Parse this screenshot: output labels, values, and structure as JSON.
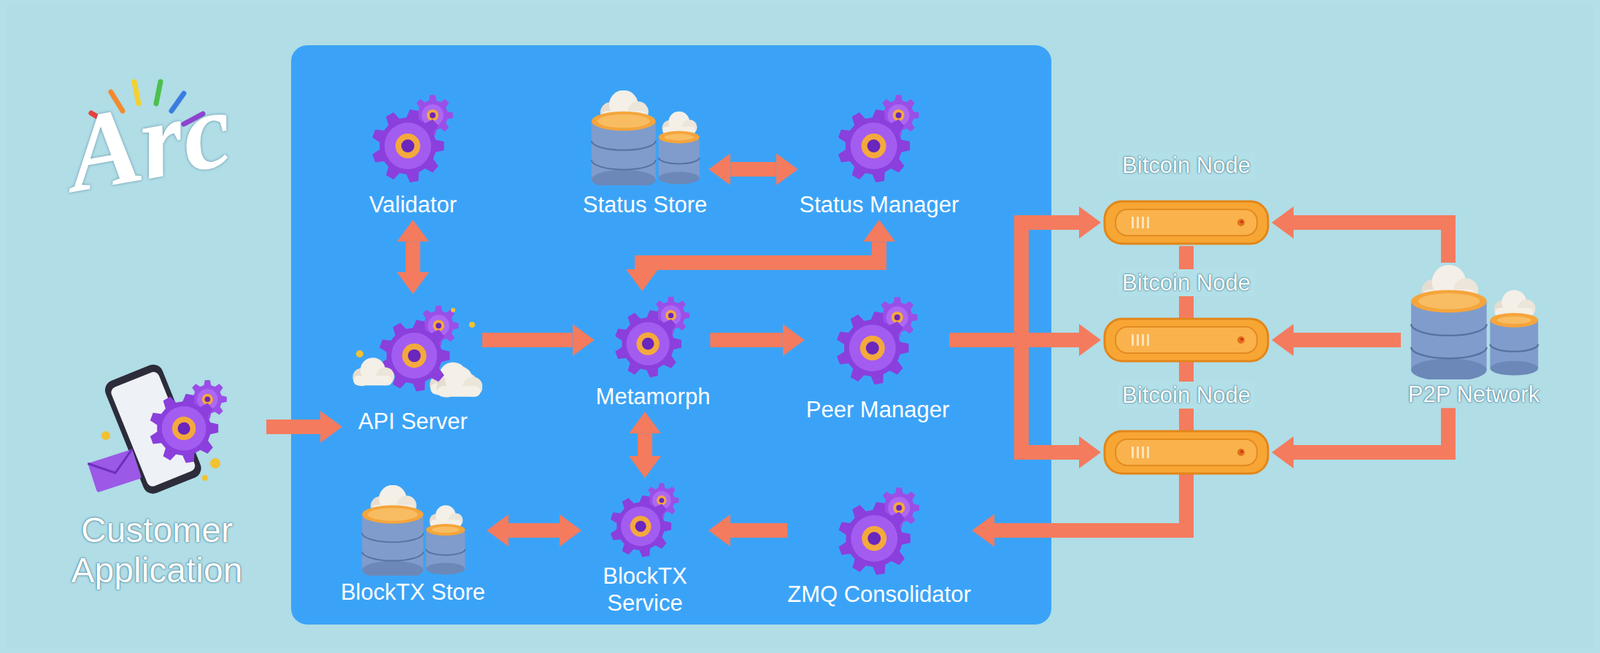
{
  "diagram": {
    "nodes": [
      {
        "text": [
          "Customer Application"
        ]
      },
      {
        "text": [
          "Validator"
        ]
      },
      {
        "text": [
          "Status Store"
        ]
      },
      {
        "text": [
          "Status Manager"
        ]
      },
      {
        "text": [
          "API Server"
        ]
      },
      {
        "text": [
          "Metamorph"
        ]
      },
      {
        "text": [
          "Peer Manager"
        ]
      },
      {
        "text": [
          "BlockTX Store"
        ]
      },
      {
        "text": [
          "BlockTX Service"
        ]
      },
      {
        "text": [
          "ZMQ Consolidator"
        ]
      },
      {
        "text": [
          "Bitcoin Node"
        ]
      },
      {
        "text": [
          "Bitcoin Node"
        ]
      },
      {
        "text": [
          "Bitcoin Node"
        ]
      },
      {
        "text": [
          "P2P Network"
        ]
      }
    ],
    "edges": [
      {
        "from": 0,
        "to": 4,
        "arrow": "to"
      },
      {
        "from": 1,
        "to": 4,
        "arrow": "both"
      },
      {
        "from": 4,
        "to": 5,
        "arrow": "to"
      },
      {
        "from": 2,
        "to": 3,
        "arrow": "both"
      },
      {
        "from": 3,
        "to": 5,
        "arrow": "both"
      },
      {
        "from": 5,
        "to": 6,
        "arrow": "to"
      },
      {
        "from": 5,
        "to": 8,
        "arrow": "both"
      },
      {
        "from": 6,
        "to": 10,
        "arrow": "to"
      },
      {
        "from": 6,
        "to": 11,
        "arrow": "to"
      },
      {
        "from": 6,
        "to": 12,
        "arrow": "to"
      },
      {
        "from": 13,
        "to": 10,
        "arrow": "to"
      },
      {
        "from": 13,
        "to": 11,
        "arrow": "to"
      },
      {
        "from": 13,
        "to": 12,
        "arrow": "to"
      },
      {
        "from": 10,
        "to": 9,
        "arrow": "to"
      },
      {
        "from": 11,
        "to": 9,
        "arrow": "to"
      },
      {
        "from": 12,
        "to": 9,
        "arrow": "to"
      },
      {
        "from": 7,
        "to": 8,
        "arrow": "both"
      },
      {
        "from": 9,
        "to": 8,
        "arrow": "to"
      }
    ],
    "labels": [
      "Arc"
    ]
  }
}
